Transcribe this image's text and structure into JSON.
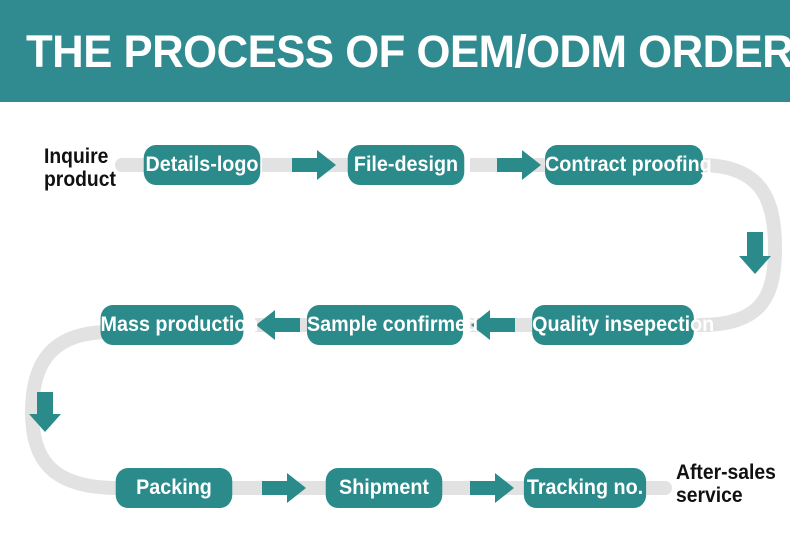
{
  "header": {
    "title": "THE PROCESS OF OEM/ODM ORDER",
    "background_color": "#2f8b90",
    "text_color": "#ffffff"
  },
  "theme": {
    "box_color": "#2b8b8b",
    "box_text_color": "#ffffff",
    "connector_color": "#e2e2e2",
    "arrow_color": "#2b8b8b",
    "label_color": "#111111",
    "page_background": "#ffffff"
  },
  "endpoints": {
    "start_label": "Inquire\nproduct",
    "end_label": "After-sales\nservice"
  },
  "flow": {
    "type": "serpentine-process-flow",
    "rows": [
      {
        "direction": "left-to-right",
        "steps": [
          {
            "index": 1,
            "label": "Details-logo"
          },
          {
            "index": 2,
            "label": "File-design"
          },
          {
            "index": 3,
            "label": "Contract proofing"
          }
        ]
      },
      {
        "direction": "right-to-left",
        "steps": [
          {
            "index": 4,
            "label": "Quality insepection"
          },
          {
            "index": 5,
            "label": "Sample confirmed"
          },
          {
            "index": 6,
            "label": "Mass production"
          }
        ]
      },
      {
        "direction": "left-to-right",
        "steps": [
          {
            "index": 7,
            "label": "Packing"
          },
          {
            "index": 8,
            "label": "Shipment"
          },
          {
            "index": 9,
            "label": "Tracking no."
          }
        ]
      }
    ],
    "sequence": [
      "Inquire product",
      "Details-logo",
      "File-design",
      "Contract proofing",
      "Quality insepection",
      "Sample confirmed",
      "Mass production",
      "Packing",
      "Shipment",
      "Tracking no.",
      "After-sales service"
    ]
  },
  "arrows": {
    "row1_arrow1": "arrow-right",
    "row1_arrow2": "arrow-right",
    "right_turn": "arrow-down",
    "row2_arrow1": "arrow-left",
    "row2_arrow2": "arrow-left",
    "left_turn": "arrow-down",
    "row3_arrow1": "arrow-right",
    "row3_arrow2": "arrow-right"
  }
}
